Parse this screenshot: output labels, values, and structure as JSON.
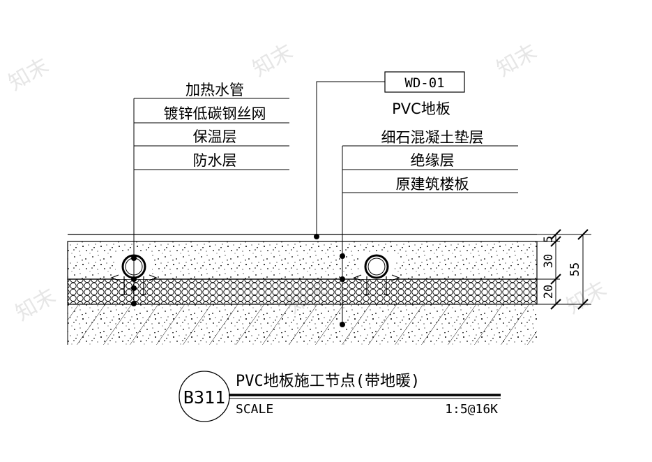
{
  "watermark": "知末",
  "left_callout": {
    "labels": [
      "加热水管",
      "镀锌低碳钢丝网",
      "保温层",
      "防水层"
    ]
  },
  "right_callout": {
    "tag": "WD-01",
    "labels": [
      "PVC地板",
      "细石混凝土垫层",
      "绝缘层",
      "原建筑楼板"
    ]
  },
  "dimensions": {
    "layer_top": "5",
    "layer_screed": "30",
    "layer_insulation": "20",
    "total": "55"
  },
  "title_block": {
    "code": "B311",
    "title": "PVC地板施工节点(带地暖)",
    "scale_label": "SCALE",
    "scale_value": "1:5@16K"
  }
}
